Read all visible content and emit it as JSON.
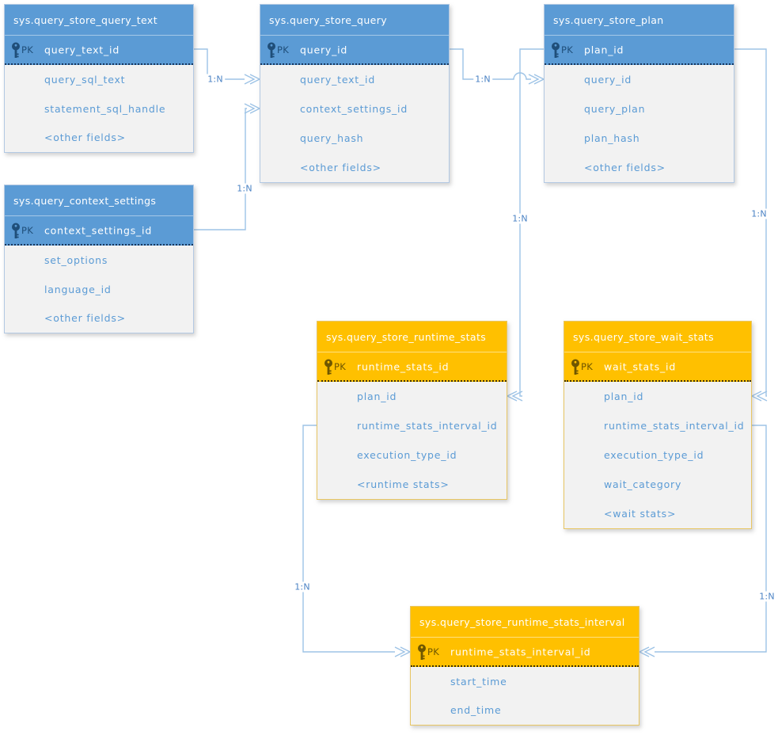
{
  "colors": {
    "blue_header": "#5B9BD5",
    "orange_header": "#FFC000",
    "body_background": "#F2F2F2",
    "field_text": "#5B9BD5",
    "connector_line": "#9DC3E6",
    "pk_accent_blue": "#1F4E79",
    "pk_accent_orange": "#6e5600"
  },
  "pk_label": "PK",
  "tables": [
    {
      "name": "sys.query_store_query_text",
      "theme": "blue",
      "pk_field": "query_text_id",
      "fields": [
        "query_sql_text",
        "statement_sql_handle",
        "<other fields>"
      ]
    },
    {
      "name": "sys.query_store_query",
      "theme": "blue",
      "pk_field": "query_id",
      "fields": [
        "query_text_id",
        "context_settings_id",
        "query_hash",
        "<other fields>"
      ]
    },
    {
      "name": "sys.query_store_plan",
      "theme": "blue",
      "pk_field": "plan_id",
      "fields": [
        "query_id",
        "query_plan",
        "plan_hash",
        "<other fields>"
      ]
    },
    {
      "name": "sys.query_context_settings",
      "theme": "blue",
      "pk_field": "context_settings_id",
      "fields": [
        "set_options",
        "language_id",
        "<other fields>"
      ]
    },
    {
      "name": "sys.query_store_runtime_stats",
      "theme": "orange",
      "pk_field": "runtime_stats_id",
      "fields": [
        "plan_id",
        "runtime_stats_interval_id",
        "execution_type_id",
        "<runtime stats>"
      ]
    },
    {
      "name": "sys.query_store_wait_stats",
      "theme": "orange",
      "pk_field": "wait_stats_id",
      "fields": [
        "plan_id",
        "runtime_stats_interval_id",
        "execution_type_id",
        "wait_category",
        "<wait stats>"
      ]
    },
    {
      "name": "sys.query_store_runtime_stats_interval",
      "theme": "orange",
      "pk_field": "runtime_stats_interval_id",
      "fields": [
        "start_time",
        "end_time"
      ]
    }
  ],
  "relationships": [
    {
      "label": "1:N",
      "from": "sys.query_store_query_text.query_text_id",
      "to": "sys.query_store_query.query_text_id"
    },
    {
      "label": "1:N",
      "from": "sys.query_context_settings.context_settings_id",
      "to": "sys.query_store_query.context_settings_id"
    },
    {
      "label": "1:N",
      "from": "sys.query_store_query.query_id",
      "to": "sys.query_store_plan.query_id"
    },
    {
      "label": "1:N",
      "from": "sys.query_store_plan.plan_id",
      "to": "sys.query_store_runtime_stats.plan_id"
    },
    {
      "label": "1:N",
      "from": "sys.query_store_plan.plan_id",
      "to": "sys.query_store_wait_stats.plan_id"
    },
    {
      "label": "1:N",
      "from": "sys.query_store_runtime_stats.runtime_stats_interval_id",
      "to": "sys.query_store_runtime_stats_interval.runtime_stats_interval_id"
    },
    {
      "label": "1:N",
      "from": "sys.query_store_wait_stats.runtime_stats_interval_id",
      "to": "sys.query_store_runtime_stats_interval.runtime_stats_interval_id"
    }
  ]
}
